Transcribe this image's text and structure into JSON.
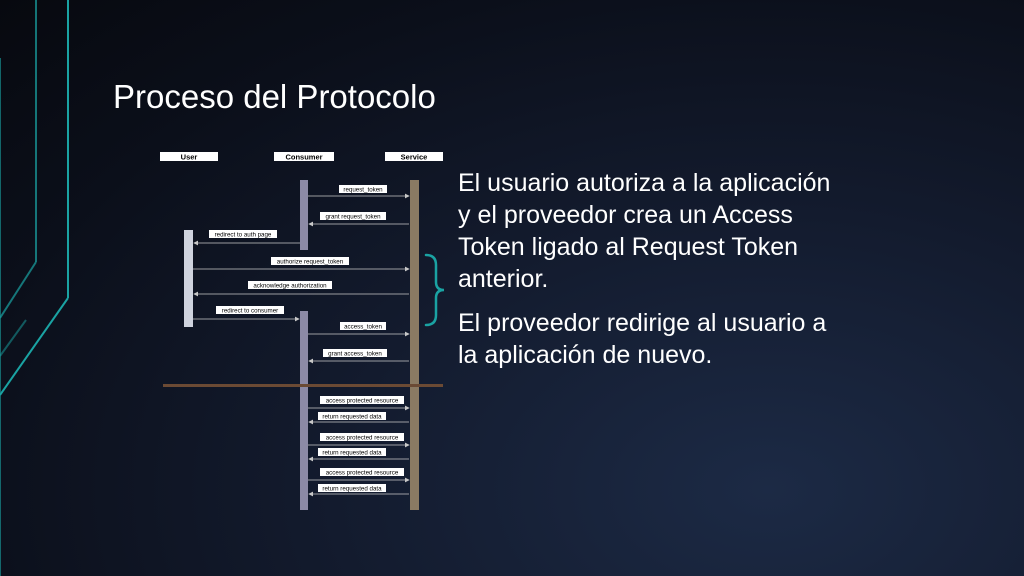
{
  "slide": {
    "title": "Proceso del Protocolo",
    "bullets": [
      "El usuario autoriza a la aplicación y el proveedor crea un Access Token ligado al Request Token anterior.",
      "El proveedor redirige al usuario a la aplicación de nuevo."
    ]
  },
  "diagram": {
    "actors": [
      "User",
      "Consumer",
      "Service"
    ],
    "messages": [
      "request_token",
      "grant request_token",
      "redirect to auth page",
      "authorize request_token",
      "acknowledge authorization",
      "redirect to consumer",
      "access_token",
      "grant access_token",
      "access protected resource",
      "return requested data",
      "access protected resource",
      "return requested data",
      "access protected resource",
      "return requested data"
    ]
  },
  "colors": {
    "accent": "#1aa3a3",
    "user_lifeline": "#cfd3de",
    "consumer_lifeline": "#8c8aa6",
    "service_lifeline": "#8a7a63",
    "separator": "#6b4a34"
  }
}
